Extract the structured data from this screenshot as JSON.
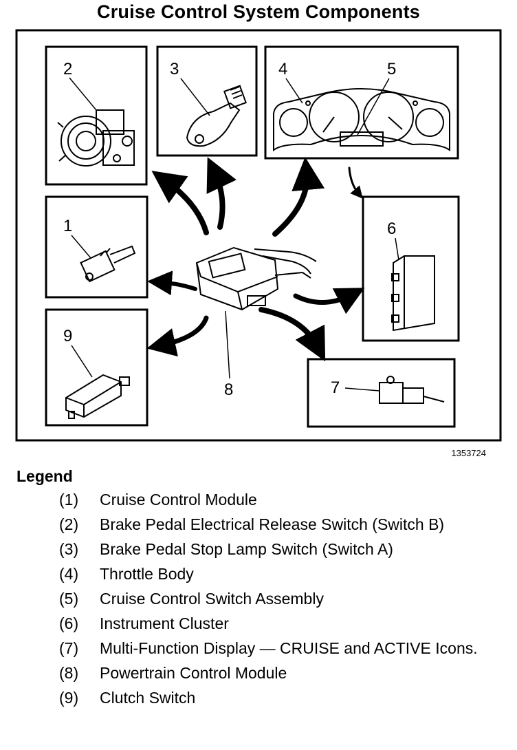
{
  "title": "Cruise Control System Components",
  "figure_id": "1353724",
  "callouts": [
    "1",
    "2",
    "3",
    "4",
    "5",
    "6",
    "7",
    "8",
    "9"
  ],
  "legend": {
    "heading": "Legend",
    "items": [
      {
        "num": "(1)",
        "text": "Cruise Control Module"
      },
      {
        "num": "(2)",
        "text": "Brake Pedal Electrical Release Switch (Switch B)"
      },
      {
        "num": "(3)",
        "text": "Brake Pedal Stop Lamp Switch (Switch A)"
      },
      {
        "num": "(4)",
        "text": "Throttle Body"
      },
      {
        "num": "(5)",
        "text": "Cruise Control Switch Assembly"
      },
      {
        "num": "(6)",
        "text": "Instrument Cluster"
      },
      {
        "num": "(7)",
        "text": "Multi-Function Display — CRUISE and ACTIVE Icons."
      },
      {
        "num": "(8)",
        "text": "Powertrain Control Module"
      },
      {
        "num": "(9)",
        "text": "Clutch Switch"
      }
    ]
  }
}
